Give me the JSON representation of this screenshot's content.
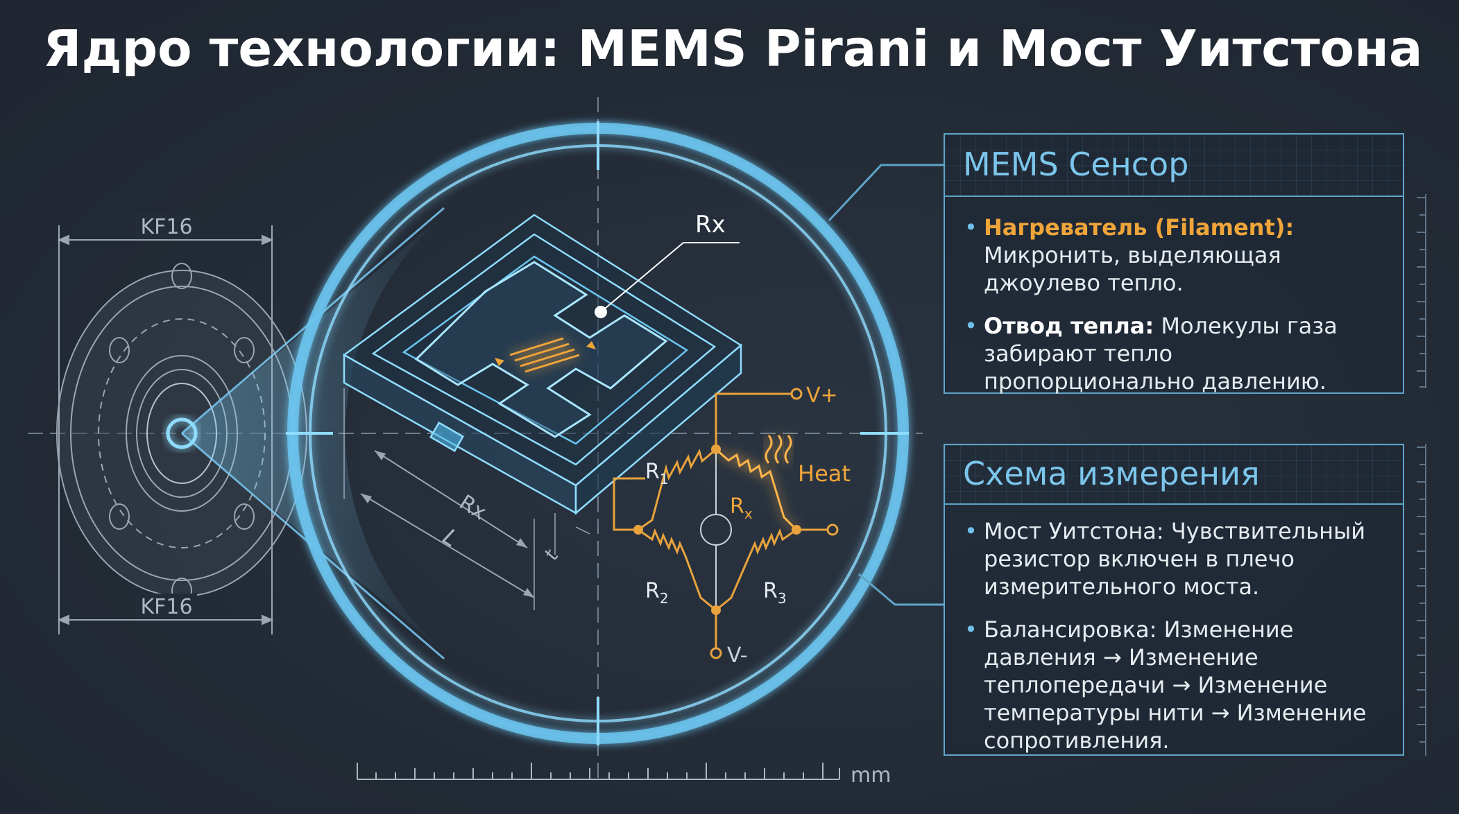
{
  "title": "Ядро технологии: MEMS Pirani и Мост Уитстона",
  "flange": {
    "label_top": "KF16",
    "label_bottom": "KF16"
  },
  "sensor_labels": {
    "rx_top": "Rx",
    "rx_dim": "Rx",
    "length": "L",
    "thickness": "t"
  },
  "circuit": {
    "v_plus": "V+",
    "v_minus": "V-",
    "r1": "R",
    "r1_sub": "1",
    "r2": "R",
    "r2_sub": "2",
    "r3": "R",
    "r3_sub": "3",
    "rx": "R",
    "rx_sub": "x",
    "heat": "Heat"
  },
  "scale": {
    "unit": "mm"
  },
  "panel_sensor": {
    "title": "MEMS Сенсор",
    "bullets": [
      {
        "term": "Нагреватель (Filament):",
        "text": " Микронить, выделяющая джоулево тепло."
      },
      {
        "term": "Отвод тепла:",
        "text": " Молекулы газа забирают тепло пропорционально давлению."
      }
    ]
  },
  "panel_circuit": {
    "title": "Схема измерения",
    "bullets": [
      {
        "text": "Мост Уитстона: Чувствительный резистор включен в плечо измерительного моста."
      },
      {
        "text": "Балансировка: Изменение давления → Изменение теплопередачи → Изменение температуры нити → Изменение сопротивления."
      }
    ]
  },
  "colors": {
    "background": "#232b36",
    "accent_blue": "#5fa5c8",
    "glow_blue": "#7fd3ff",
    "accent_orange": "#f0a53a",
    "text_light": "#e6ebf0"
  }
}
